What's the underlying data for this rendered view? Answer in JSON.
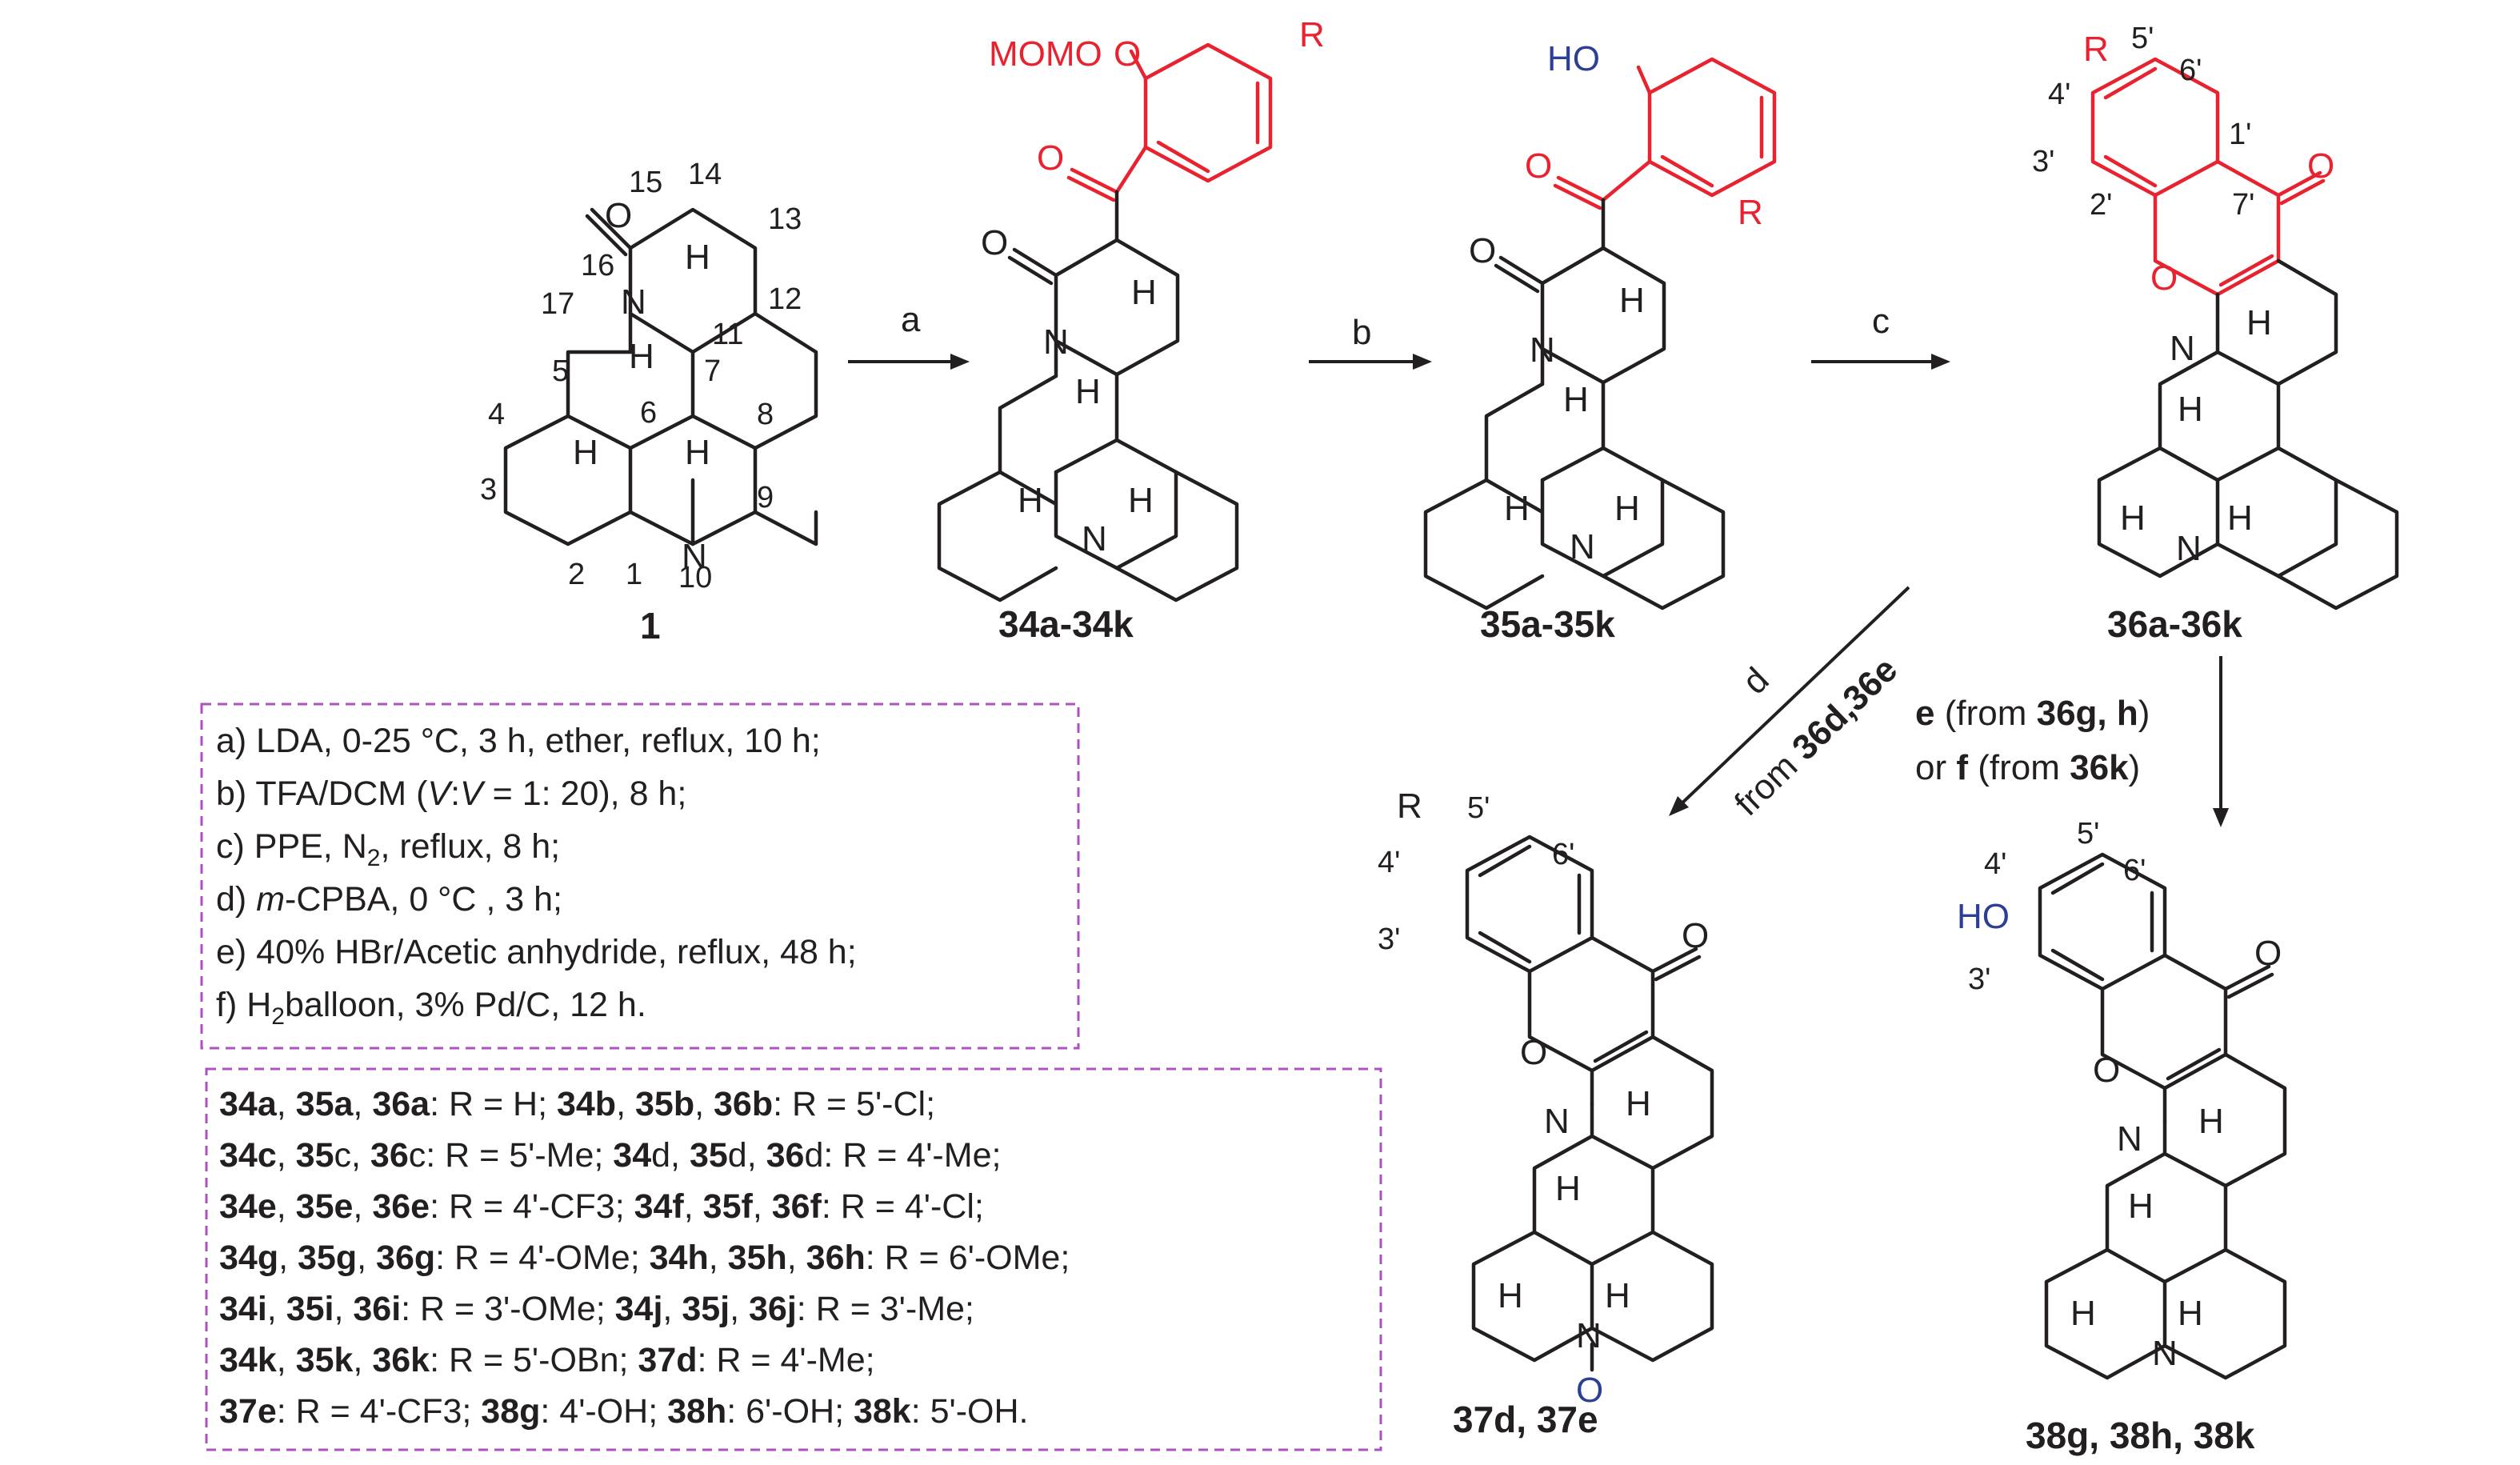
{
  "compounds": {
    "c1": {
      "label": "1",
      "nums": [
        "15",
        "14",
        "13",
        "16",
        "17",
        "12",
        "11",
        "5",
        "7",
        "4",
        "6",
        "8",
        "3",
        "1",
        "9",
        "2",
        "10"
      ]
    },
    "c34": {
      "label": "34a-34k",
      "red_text": "MOMO",
      "r": "R"
    },
    "c35": {
      "label": "35a-35k",
      "blue_text": "HO",
      "r": "R"
    },
    "c36": {
      "label": "36a-36k",
      "r": "R",
      "nums": [
        "5'",
        "4'",
        "6'",
        "3'",
        "1'",
        "2'",
        "7'"
      ]
    },
    "c37": {
      "label": "37d, 37e",
      "r": "R",
      "nums": [
        "5'",
        "4'",
        "6'",
        "3'"
      ],
      "oxide": "O"
    },
    "c38": {
      "label": "38g, 38h, 38k",
      "blue_text": "HO",
      "nums": [
        "4'",
        "5'",
        "6'",
        "3'"
      ]
    }
  },
  "atoms": {
    "N": "N",
    "O": "O",
    "H": "H"
  },
  "arrows": {
    "a": "a",
    "b": "b",
    "c": "c",
    "d": "d",
    "d_from_prefix": "from ",
    "d_from_bold": "36d,36e",
    "ef_line1_e": "e",
    "ef_line1_from": " (from ",
    "ef_line1_bold": "36g, h",
    "ef_line1_end": ")",
    "ef_line2_or": "or ",
    "ef_line2_f": "f",
    "ef_line2_from": " (from ",
    "ef_line2_bold": "36k",
    "ef_line2_end": ")"
  },
  "conditions": [
    {
      "pre": "a) LDA, 0-25 °C, 3 h, ether, reflux, 10 h;"
    },
    {
      "pre": "b) TFA/DCM (",
      "it1": "V",
      "mid": ":",
      "it2": "V",
      "post": " = 1: 20), 8 h;"
    },
    {
      "pre": "c) PPE, N",
      "sub": "2",
      "post": ", reflux, 8 h;"
    },
    {
      "pre": "d) ",
      "it1": "m",
      "post": "-CPBA, 0 °C , 3 h;"
    },
    {
      "pre": "e) 40% HBr/Acetic anhydride, reflux, 48 h;"
    },
    {
      "pre": "f) H",
      "sub": "2",
      "post": "balloon, 3% Pd/C, 12 h."
    }
  ],
  "r_groups": [
    [
      [
        "34a",
        true
      ],
      [
        ", ",
        false
      ],
      [
        "35a",
        true
      ],
      [
        ", ",
        false
      ],
      [
        "36a",
        true
      ],
      [
        ": R = H; ",
        false
      ],
      [
        "34b",
        true
      ],
      [
        ", ",
        false
      ],
      [
        "35b",
        true
      ],
      [
        ", ",
        false
      ],
      [
        "36b",
        true
      ],
      [
        ": R = 5'-Cl;",
        false
      ]
    ],
    [
      [
        "34c",
        true
      ],
      [
        ", ",
        false
      ],
      [
        "35",
        true
      ],
      [
        "c, ",
        false
      ],
      [
        "36",
        true
      ],
      [
        "c: R = 5'-Me; ",
        false
      ],
      [
        "34",
        true
      ],
      [
        "d, ",
        false
      ],
      [
        "35",
        true
      ],
      [
        "d, ",
        false
      ],
      [
        "36",
        true
      ],
      [
        "d: R = 4'-Me;",
        false
      ]
    ],
    [
      [
        "34e",
        true
      ],
      [
        ", ",
        false
      ],
      [
        "35e",
        true
      ],
      [
        ", ",
        false
      ],
      [
        "36e",
        true
      ],
      [
        ": R = 4'-CF3; ",
        false
      ],
      [
        "34f",
        true
      ],
      [
        ", ",
        false
      ],
      [
        "35f",
        true
      ],
      [
        ", ",
        false
      ],
      [
        "36f",
        true
      ],
      [
        ": R = 4'-Cl;",
        false
      ]
    ],
    [
      [
        "34g",
        true
      ],
      [
        ", ",
        false
      ],
      [
        "35g",
        true
      ],
      [
        ", ",
        false
      ],
      [
        "36g",
        true
      ],
      [
        ": R = 4'-OMe; ",
        false
      ],
      [
        "34h",
        true
      ],
      [
        ", ",
        false
      ],
      [
        "35h",
        true
      ],
      [
        ", ",
        false
      ],
      [
        "36h",
        true
      ],
      [
        ": R = 6'-OMe;",
        false
      ]
    ],
    [
      [
        "34i",
        true
      ],
      [
        ", ",
        false
      ],
      [
        "35i",
        true
      ],
      [
        ", ",
        false
      ],
      [
        "36i",
        true
      ],
      [
        ": R = 3'-OMe; ",
        false
      ],
      [
        "34j",
        true
      ],
      [
        ", ",
        false
      ],
      [
        "35j",
        true
      ],
      [
        ", ",
        false
      ],
      [
        "36j",
        true
      ],
      [
        ": R = 3'-Me;",
        false
      ]
    ],
    [
      [
        "34k",
        true
      ],
      [
        ", ",
        false
      ],
      [
        "35k",
        true
      ],
      [
        ", ",
        false
      ],
      [
        "36k",
        true
      ],
      [
        ": R = 5'-OBn; ",
        false
      ],
      [
        "37d",
        true
      ],
      [
        ": R = 4'-Me;",
        false
      ]
    ],
    [
      [
        "37e",
        true
      ],
      [
        ": R = 4'-CF3; ",
        false
      ],
      [
        "38g",
        true
      ],
      [
        ": 4'-OH; ",
        false
      ],
      [
        "38h",
        true
      ],
      [
        ": 6'-OH; ",
        false
      ],
      [
        "38k",
        true
      ],
      [
        ": 5'-OH.",
        false
      ]
    ]
  ],
  "colors": {
    "red": "#e8222f",
    "blue": "#2b3f93",
    "box": "#b04fc0",
    "ink": "#231f20"
  }
}
